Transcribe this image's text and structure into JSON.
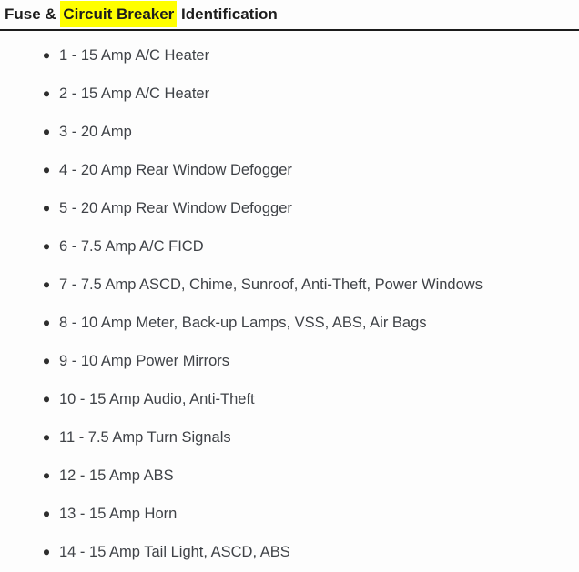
{
  "header": {
    "title_prefix": "Fuse & ",
    "title_highlight": "Circuit Breaker",
    "title_suffix": " Identification"
  },
  "list": {
    "items": [
      "1 - 15 Amp A/C Heater",
      "2 - 15 Amp A/C Heater",
      "3 - 20 Amp",
      "4 - 20 Amp Rear Window Defogger",
      "5 - 20 Amp Rear Window Defogger",
      "6 - 7.5 Amp A/C FICD",
      "7 - 7.5 Amp ASCD, Chime, Sunroof, Anti-Theft, Power Windows",
      "8 - 10 Amp Meter, Back-up Lamps, VSS, ABS, Air Bags",
      "9 - 10 Amp Power Mirrors",
      "10 - 15 Amp Audio, Anti-Theft",
      "11 - 7.5 Amp Turn Signals",
      "12 - 15 Amp ABS",
      "13 - 15 Amp Horn",
      "14 - 15 Amp Tail Light, ASCD, ABS"
    ]
  },
  "colors": {
    "highlight_bg": "#ffff00",
    "heading_text": "#1d1d1d",
    "body_text": "#3f4247",
    "divider": "#1c1c1c",
    "page_bg": "#fdfdfd"
  }
}
